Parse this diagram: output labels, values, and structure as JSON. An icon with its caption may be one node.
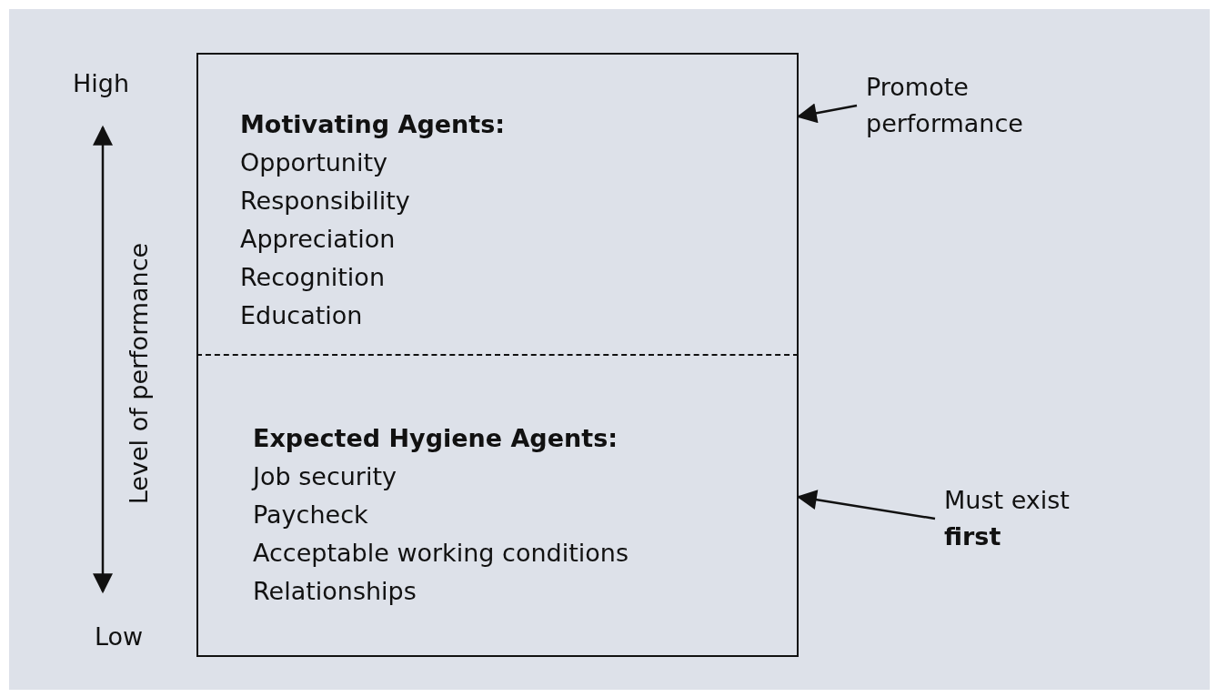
{
  "diagram": {
    "nodes": [
      {
        "text": [
          "Motivating Agents:",
          "Opportunity",
          "Responsibility",
          "Appreciation",
          "Recognition",
          "Education"
        ]
      },
      {
        "text": [
          "Expected Hygiene Agents:",
          "Job security",
          "Paycheck",
          "Acceptable working conditions",
          "Relationships"
        ]
      },
      {
        "text": [
          "Promote performance"
        ]
      },
      {
        "text": [
          "Must exist **first**"
        ]
      }
    ],
    "edges": [
      {
        "from": 2,
        "to": 0,
        "arrow": "to"
      },
      {
        "from": 3,
        "to": 1,
        "arrow": "to"
      }
    ],
    "labels": [
      "High",
      "Level of performance",
      "Low"
    ]
  }
}
